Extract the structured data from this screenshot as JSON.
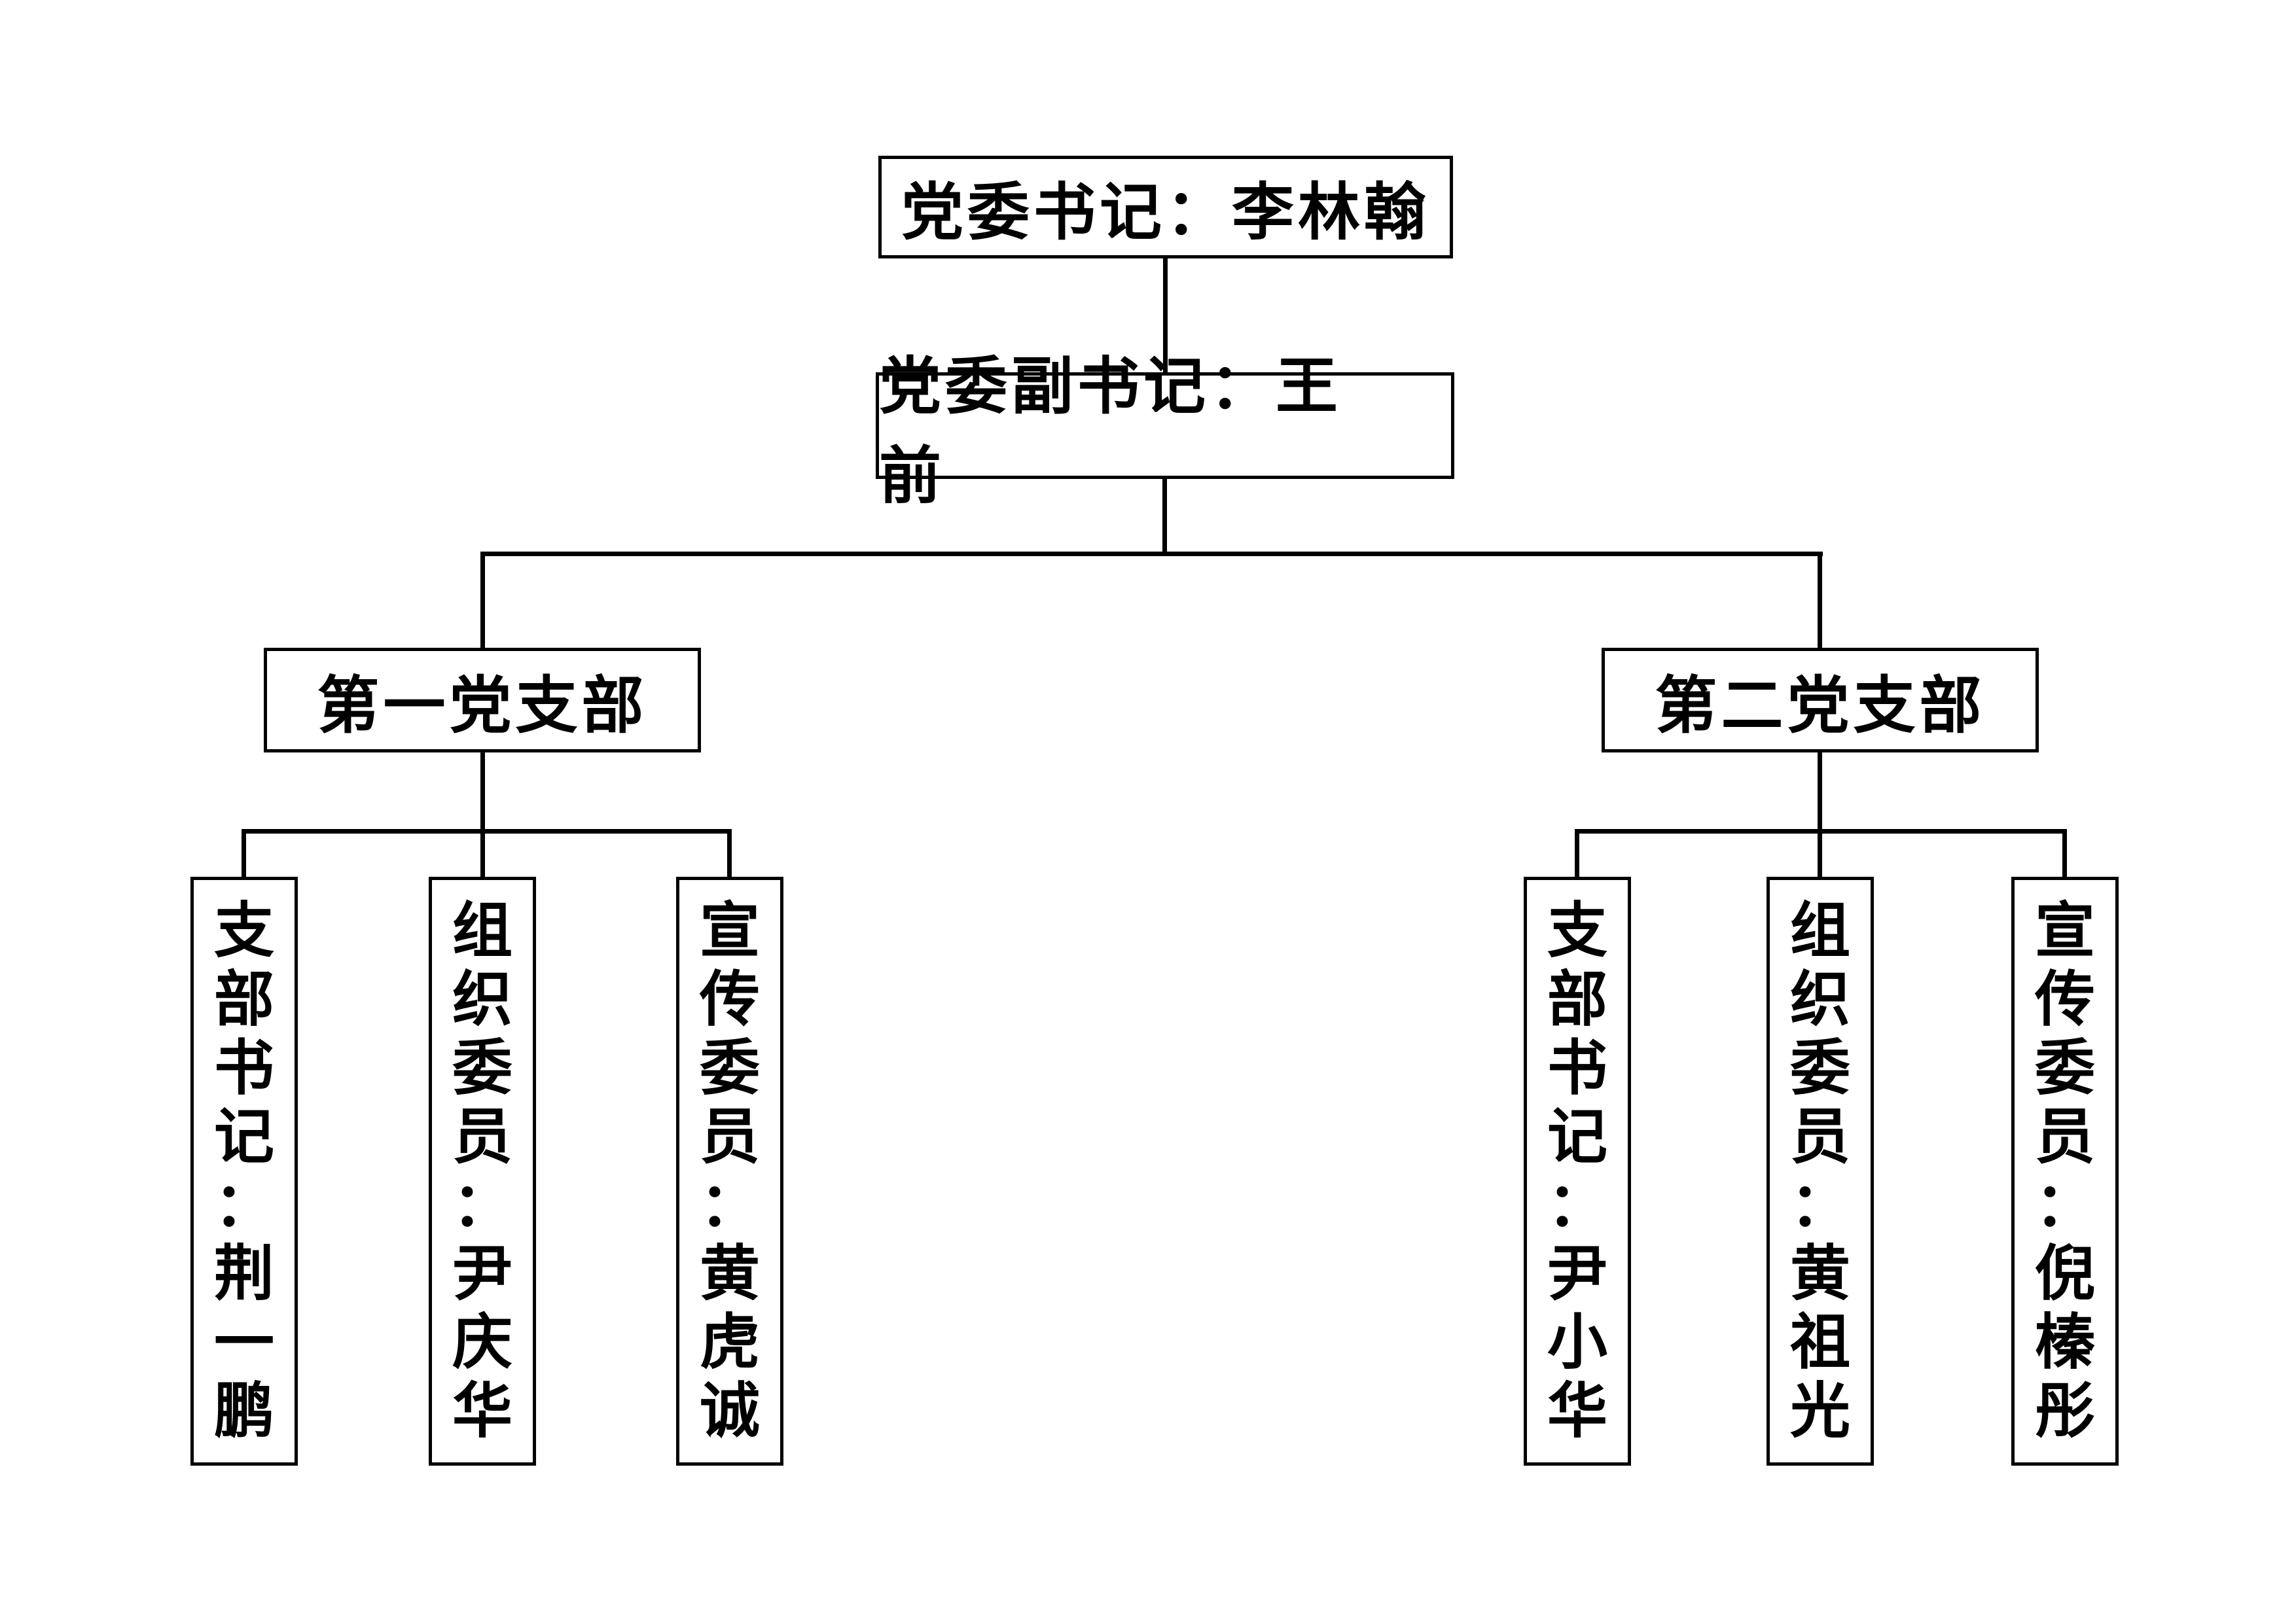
{
  "chart": {
    "type": "org-chart",
    "colors": {
      "background": "#ffffff",
      "line": "#000000",
      "text": "#000000"
    },
    "nodes": {
      "secretary": {
        "label": "党委书记：李林翰"
      },
      "deputy": {
        "label": "党委副书记：王　前"
      },
      "branch1": {
        "label": "第一党支部"
      },
      "branch2": {
        "label": "第二党支部"
      },
      "branch1_members": [
        {
          "label": "支部书记：荆一鹏"
        },
        {
          "label": "组织委员：尹庆华"
        },
        {
          "label": "宣传委员：黄虎诚"
        }
      ],
      "branch2_members": [
        {
          "label": "支部书记：尹小华"
        },
        {
          "label": "组织委员：黄祖光"
        },
        {
          "label": "宣传委员：倪榛彤"
        }
      ]
    }
  }
}
